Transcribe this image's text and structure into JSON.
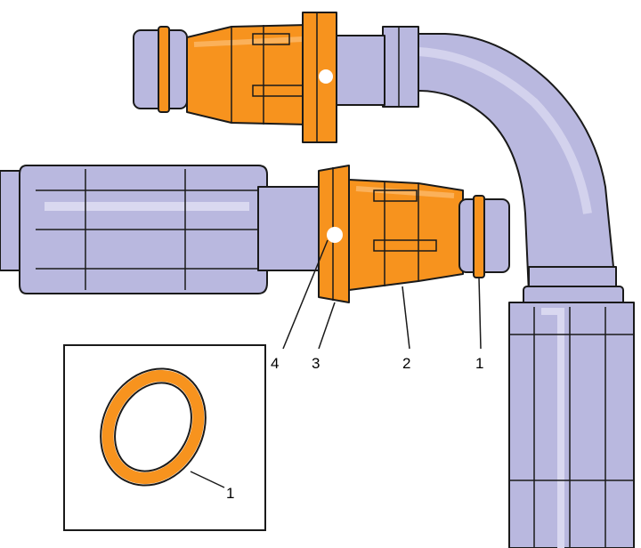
{
  "colors": {
    "tube": "#b9b8df",
    "tube_shadow": "#9897c4",
    "tube_highlight": "#d9d8f0",
    "coupler": "#f7931e",
    "coupler_shadow": "#d4761a",
    "coupler_highlight": "#fbb15a",
    "outline": "#1a1a1a",
    "background": "#ffffff"
  },
  "callouts": {
    "label_4": "4",
    "label_3": "3",
    "label_2": "2",
    "label_1": "1",
    "inset_label_1": "1"
  }
}
